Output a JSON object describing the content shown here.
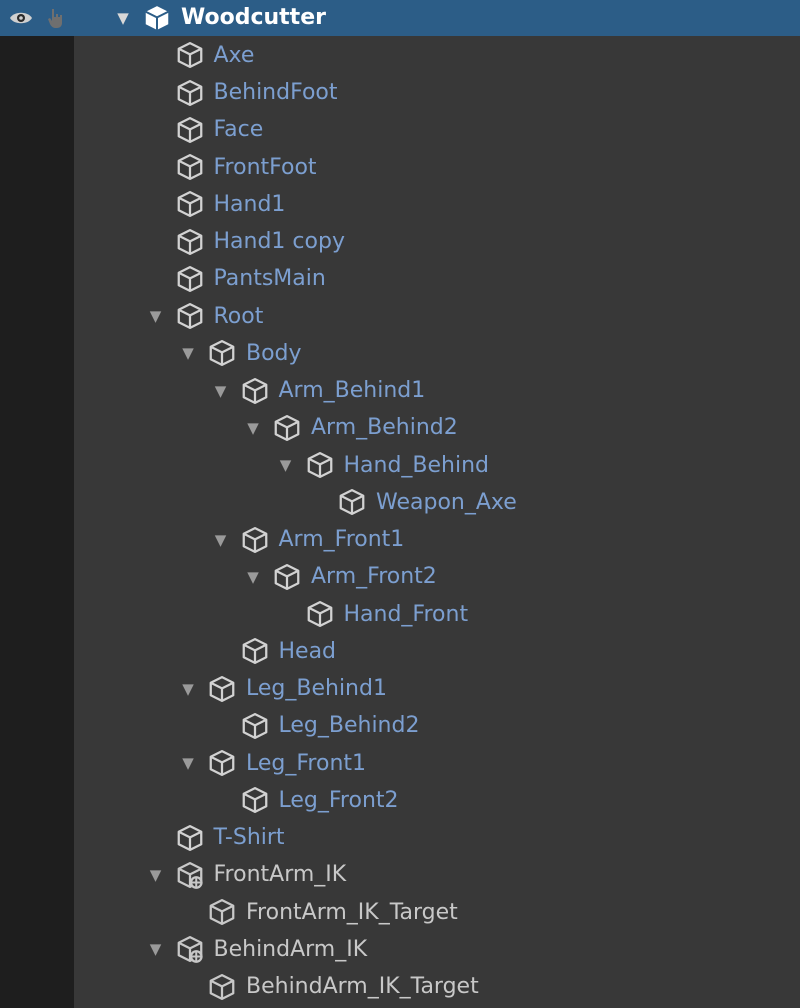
{
  "hierarchy": {
    "rows": [
      {
        "label": "Woodcutter",
        "depth": 0,
        "expanded": true,
        "selected": true,
        "icon": "prefab-icon"
      },
      {
        "label": "Axe",
        "depth": 1,
        "icon": "gameobject-icon"
      },
      {
        "label": "BehindFoot",
        "depth": 1,
        "icon": "gameobject-icon"
      },
      {
        "label": "Face",
        "depth": 1,
        "icon": "gameobject-icon"
      },
      {
        "label": "FrontFoot",
        "depth": 1,
        "icon": "gameobject-icon"
      },
      {
        "label": "Hand1",
        "depth": 1,
        "icon": "gameobject-icon"
      },
      {
        "label": "Hand1 copy",
        "depth": 1,
        "icon": "gameobject-icon"
      },
      {
        "label": "PantsMain",
        "depth": 1,
        "icon": "gameobject-icon"
      },
      {
        "label": "Root",
        "depth": 1,
        "expanded": true,
        "icon": "gameobject-icon"
      },
      {
        "label": "Body",
        "depth": 2,
        "expanded": true,
        "icon": "gameobject-icon"
      },
      {
        "label": "Arm_Behind1",
        "depth": 3,
        "expanded": true,
        "icon": "gameobject-icon"
      },
      {
        "label": "Arm_Behind2",
        "depth": 4,
        "expanded": true,
        "icon": "gameobject-icon"
      },
      {
        "label": "Hand_Behind",
        "depth": 5,
        "expanded": true,
        "icon": "gameobject-icon"
      },
      {
        "label": "Weapon_Axe",
        "depth": 6,
        "icon": "gameobject-icon"
      },
      {
        "label": "Arm_Front1",
        "depth": 3,
        "expanded": true,
        "icon": "gameobject-icon"
      },
      {
        "label": "Arm_Front2",
        "depth": 4,
        "expanded": true,
        "icon": "gameobject-icon"
      },
      {
        "label": "Hand_Front",
        "depth": 5,
        "icon": "gameobject-icon"
      },
      {
        "label": "Head",
        "depth": 3,
        "icon": "gameobject-icon"
      },
      {
        "label": "Leg_Behind1",
        "depth": 2,
        "expanded": true,
        "icon": "gameobject-icon"
      },
      {
        "label": "Leg_Behind2",
        "depth": 3,
        "icon": "gameobject-icon"
      },
      {
        "label": "Leg_Front1",
        "depth": 2,
        "expanded": true,
        "icon": "gameobject-icon"
      },
      {
        "label": "Leg_Front2",
        "depth": 3,
        "icon": "gameobject-icon"
      },
      {
        "label": "T-Shirt",
        "depth": 1,
        "icon": "gameobject-icon"
      },
      {
        "label": "FrontArm_IK",
        "depth": 1,
        "expanded": true,
        "plain": true,
        "icon": "ik-solver-icon"
      },
      {
        "label": "FrontArm_IK_Target",
        "depth": 2,
        "plain": true,
        "icon": "gameobject-icon"
      },
      {
        "label": "BehindArm_IK",
        "depth": 1,
        "expanded": true,
        "plain": true,
        "icon": "ik-solver-icon"
      },
      {
        "label": "BehindArm_IK_Target",
        "depth": 2,
        "plain": true,
        "icon": "gameobject-icon"
      }
    ]
  },
  "toolbar_icons": {
    "visibility": "eye-icon",
    "pickability": "hand-pointer-icon"
  },
  "colors": {
    "selected_row": "#2c5d87",
    "prefab_text": "#7c9fd0",
    "plain_text": "#c8c8c8",
    "panel_background": "#383838"
  }
}
